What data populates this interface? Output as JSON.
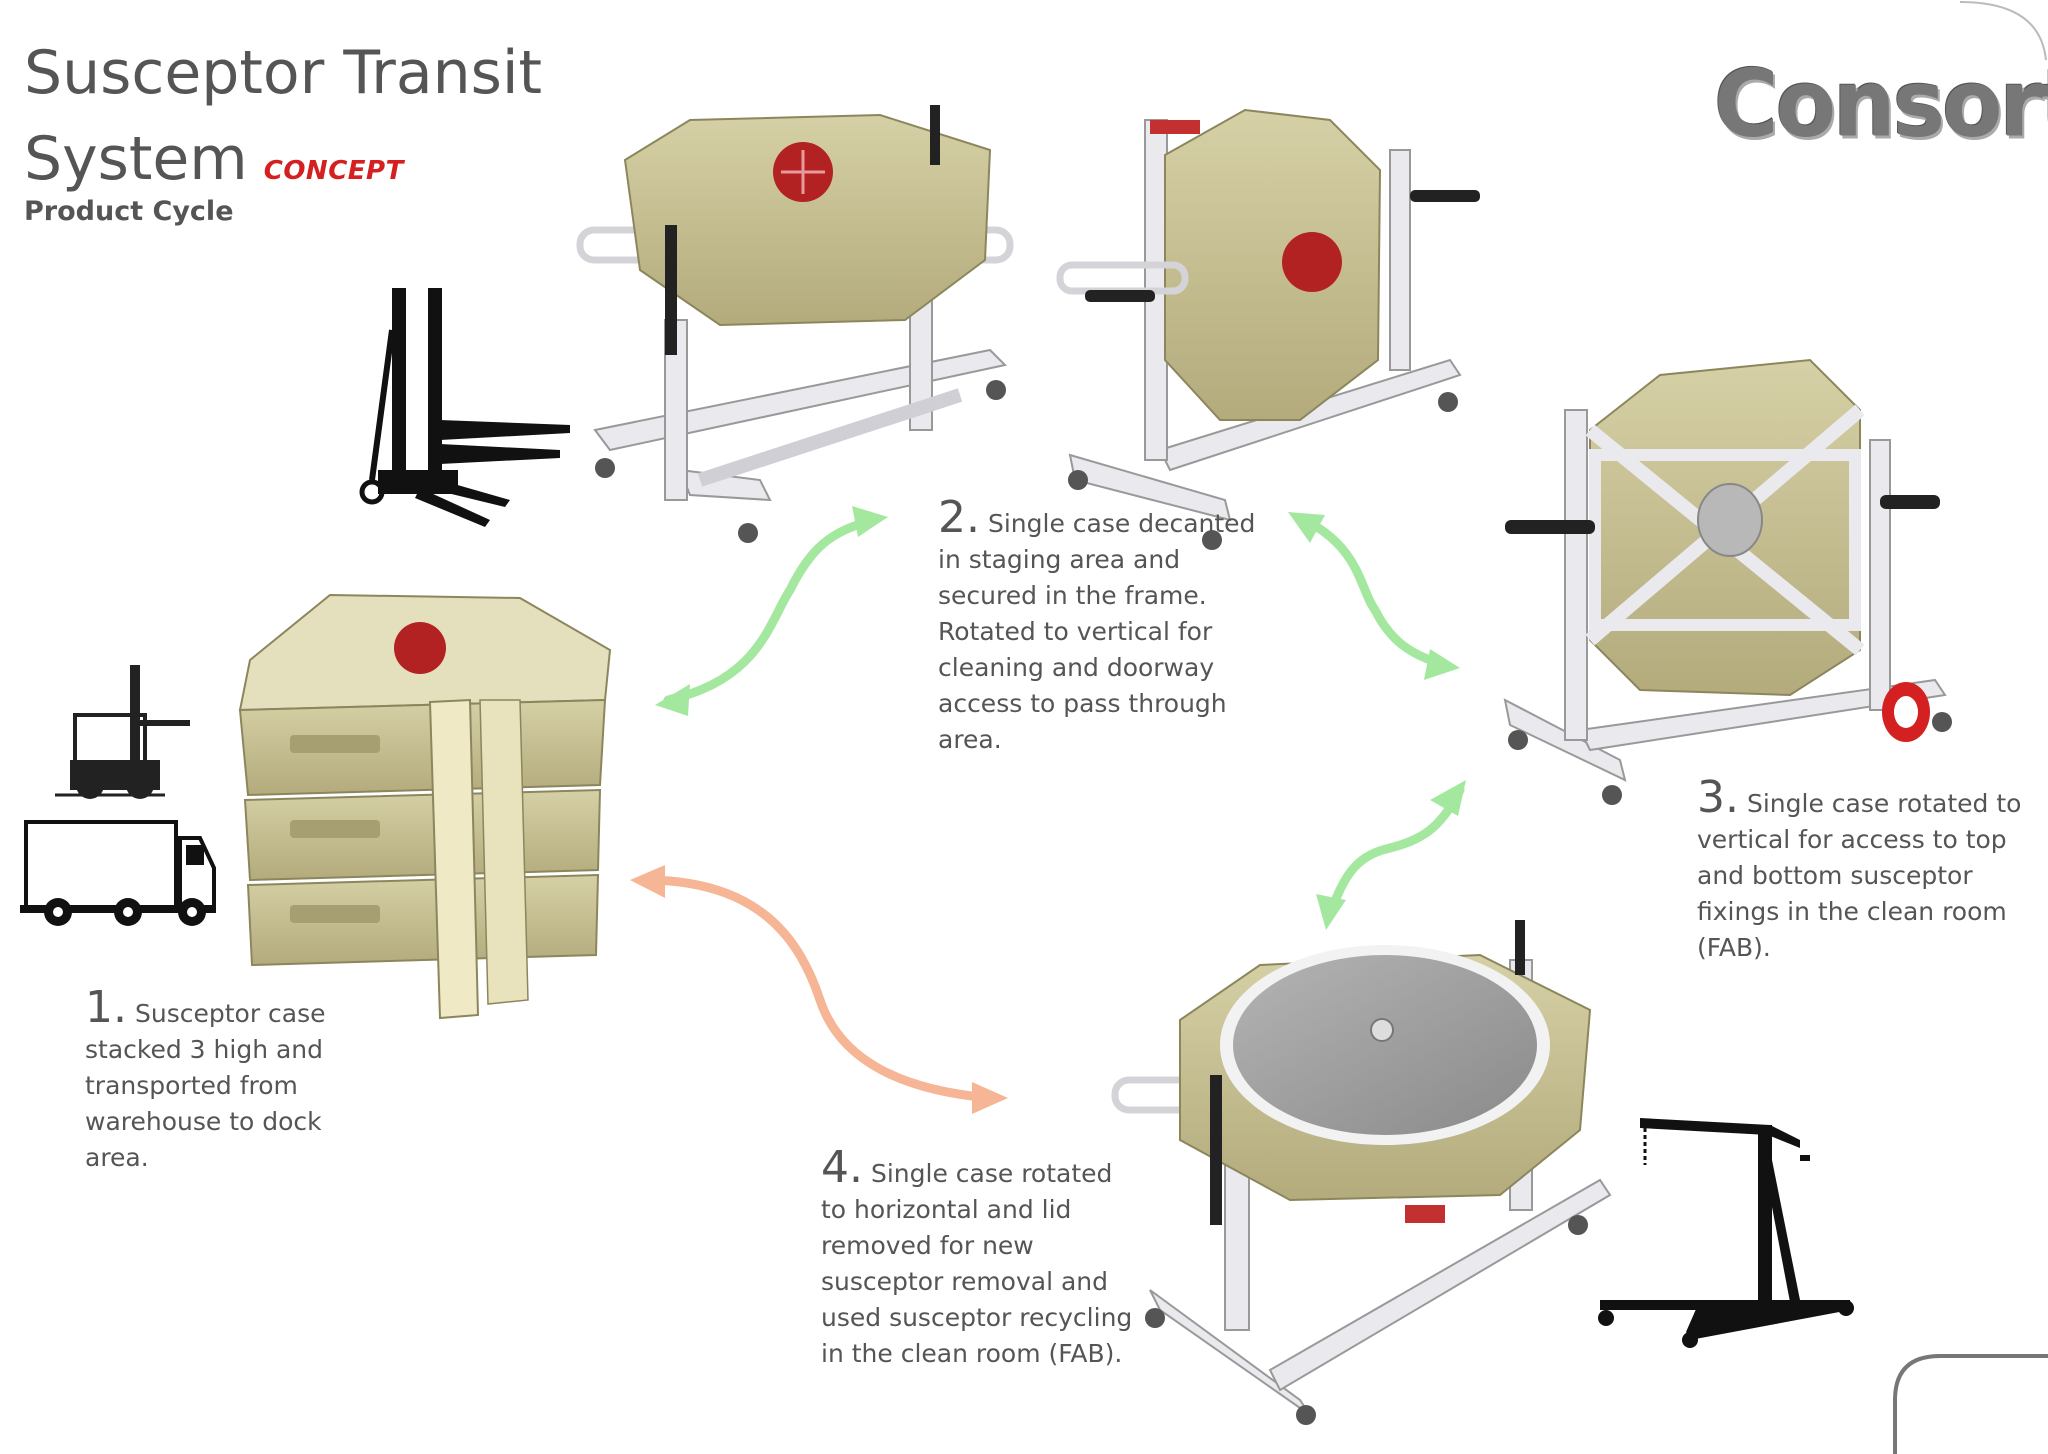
{
  "header": {
    "title_line1": "Susceptor Transit",
    "title_line2": "System",
    "badge": "CONCEPT",
    "subtitle": "Product Cycle"
  },
  "logo": {
    "text": "Consort"
  },
  "steps": [
    {
      "number": "1.",
      "text": "Susceptor case stacked 3 high and transported from warehouse to dock area."
    },
    {
      "number": "2.",
      "text": "Single case decanted in staging area and secured in the frame. Rotated to vertical for cleaning and doorway access to pass through area."
    },
    {
      "number": "3.",
      "text": "Single case rotated to vertical for access to top and bottom susceptor fixings in the clean room (FAB)."
    },
    {
      "number": "4.",
      "text": "Single case rotated to horizontal and lid removed for new susceptor removal and used susceptor recycling in the clean room (FAB)."
    }
  ],
  "colors": {
    "accent": "#d42020",
    "case": "#c9c298",
    "frame": "#e9e9ee",
    "arrow_green": "#a4e8a0",
    "arrow_orange": "#f6b595"
  },
  "icons": [
    "pallet-stacker-icon",
    "forklift-icon",
    "truck-icon",
    "engine-crane-icon"
  ]
}
